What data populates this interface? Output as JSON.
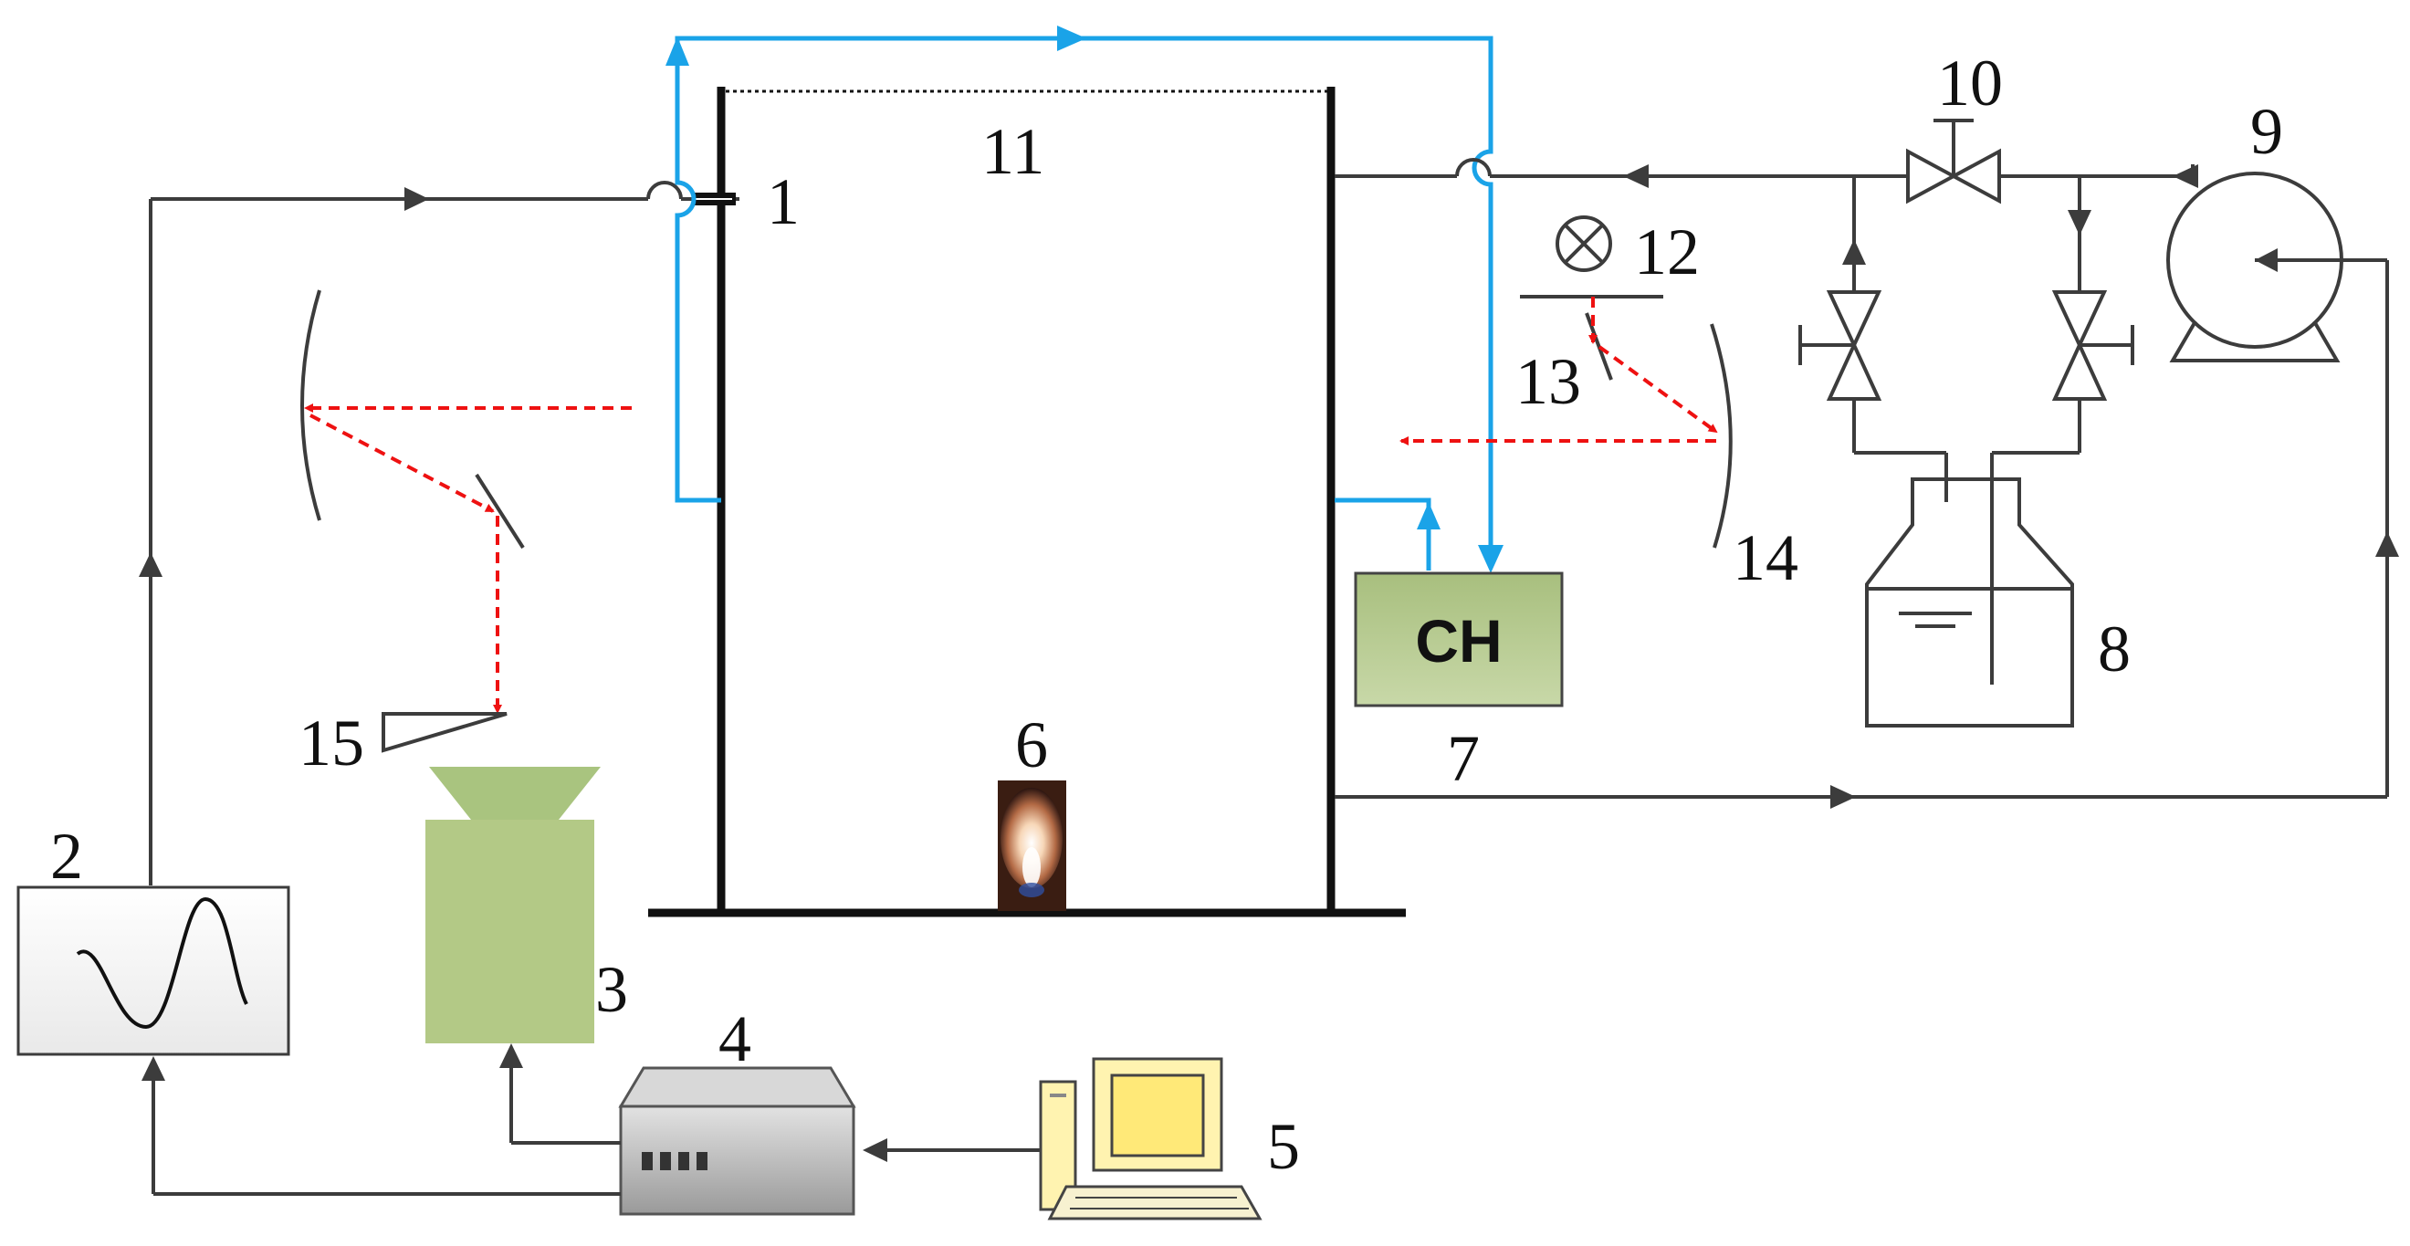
{
  "colors": {
    "line": "#3c3c3c",
    "chamber": "#111111",
    "gas_flow": "#1aa3e8",
    "laser": "#ee1111",
    "ch_box": "#b5c98e",
    "detector": "#a9c47f",
    "daq": "#b8b8b8",
    "computer": "#fff7c9"
  },
  "labels": {
    "l1": "1",
    "l2": "2",
    "l3": "3",
    "l4": "4",
    "l5": "5",
    "l6": "6",
    "l7": "7",
    "l8": "8",
    "l9": "9",
    "l10": "10",
    "l11": "11",
    "l12": "12",
    "l13": "13",
    "l14": "14",
    "l15": "15"
  },
  "ch_box_text": "CH",
  "icons": {
    "signal_generator": "sine-wave-icon",
    "lamp": "lamp-cross-icon",
    "pump": "pump-icon",
    "valve": "valve-icon",
    "flame": "flame-icon",
    "computer": "computer-icon",
    "daq": "data-acquisition-box-icon"
  }
}
